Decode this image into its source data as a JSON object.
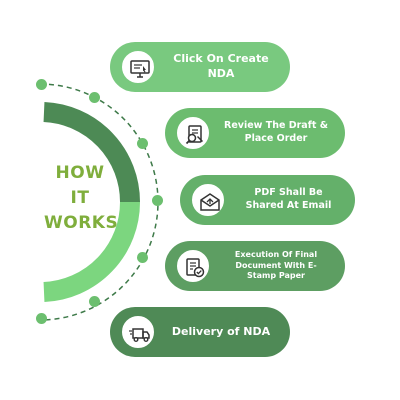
{
  "hub": {
    "line1": "HOW",
    "line2": "IT",
    "line3": "WORKS"
  },
  "steps": [
    {
      "label": "Click On Create NDA",
      "icon": "computer-monitor-icon",
      "color": "#79c97f"
    },
    {
      "label": "Review The Draft & Place Order",
      "icon": "document-review-icon",
      "color": "#6cbc6f"
    },
    {
      "label": "PDF Shall Be Shared At Email",
      "icon": "email-envelope-icon",
      "color": "#64b06a"
    },
    {
      "label": "Execution Of Final Document With E-Stamp Paper",
      "icon": "stamped-document-icon",
      "color": "#5d9e62"
    },
    {
      "label": "Delivery of NDA",
      "icon": "delivery-truck-icon",
      "color": "#4f8a56"
    }
  ],
  "colors": {
    "hub_text": "#7fae3c",
    "arc_light": "#7cd67f",
    "arc_dark": "#4d8a55",
    "dashed_line": "#3e7a49",
    "dot": "#6cbf6f"
  }
}
